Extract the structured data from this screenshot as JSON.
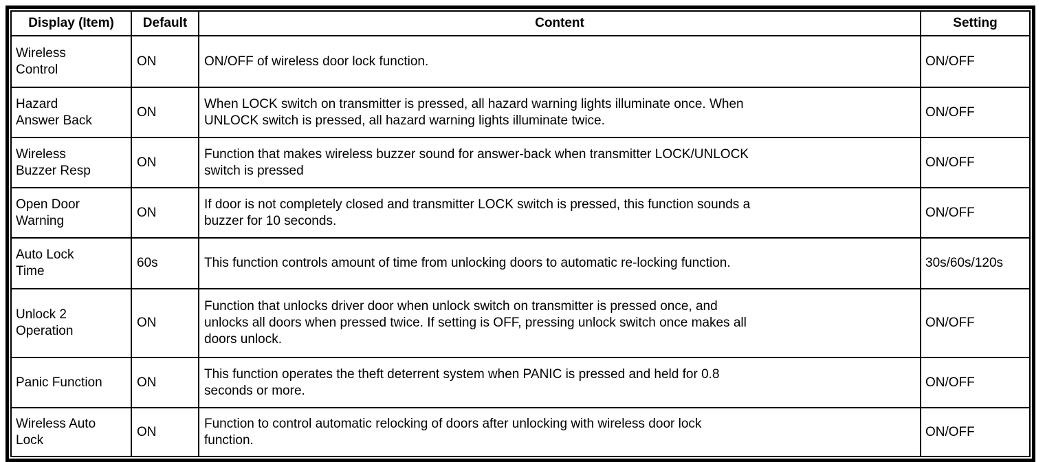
{
  "page": {
    "background": "#ffffff",
    "text_color": "#000000",
    "border_color": "#000000"
  },
  "table": {
    "headers": [
      "Display (Item)",
      "Default",
      "Content",
      "Setting"
    ],
    "rows": [
      {
        "item": "Wireless\nControl",
        "default": "ON",
        "content": "ON/OFF of wireless door lock function.",
        "setting": "ON/OFF"
      },
      {
        "item": "Hazard\nAnswer Back",
        "default": "ON",
        "content": "When LOCK switch on transmitter is pressed, all hazard warning lights illuminate once. When\nUNLOCK switch is pressed, all hazard warning lights illuminate twice.",
        "setting": "ON/OFF"
      },
      {
        "item": "Wireless\nBuzzer Resp",
        "default": "ON",
        "content": "Function that makes wireless buzzer sound for answer-back when transmitter LOCK/UNLOCK\nswitch is pressed",
        "setting": "ON/OFF"
      },
      {
        "item": "Open Door\nWarning",
        "default": "ON",
        "content": "If door is not completely closed and transmitter LOCK switch is pressed, this function sounds a\nbuzzer for 10 seconds.",
        "setting": "ON/OFF"
      },
      {
        "item": "Auto Lock\nTime",
        "default": "60s",
        "content": "This function controls amount of time from unlocking doors to automatic re-locking function.",
        "setting": "30s/60s/120s"
      },
      {
        "item": "Unlock 2\nOperation",
        "default": "ON",
        "content": "Function that unlocks driver door when unlock switch on transmitter is pressed once, and\nunlocks all doors when pressed twice. If setting is OFF, pressing unlock switch once makes all\ndoors unlock.",
        "setting": "ON/OFF"
      },
      {
        "item": "Panic Function",
        "default": "ON",
        "content": "This function operates the theft deterrent system when PANIC is pressed and held for 0.8\nseconds or more.",
        "setting": "ON/OFF"
      },
      {
        "item": "Wireless Auto\nLock",
        "default": "ON",
        "content": "Function to control automatic relocking of doors after unlocking with wireless door lock\nfunction.",
        "setting": "ON/OFF"
      }
    ]
  }
}
